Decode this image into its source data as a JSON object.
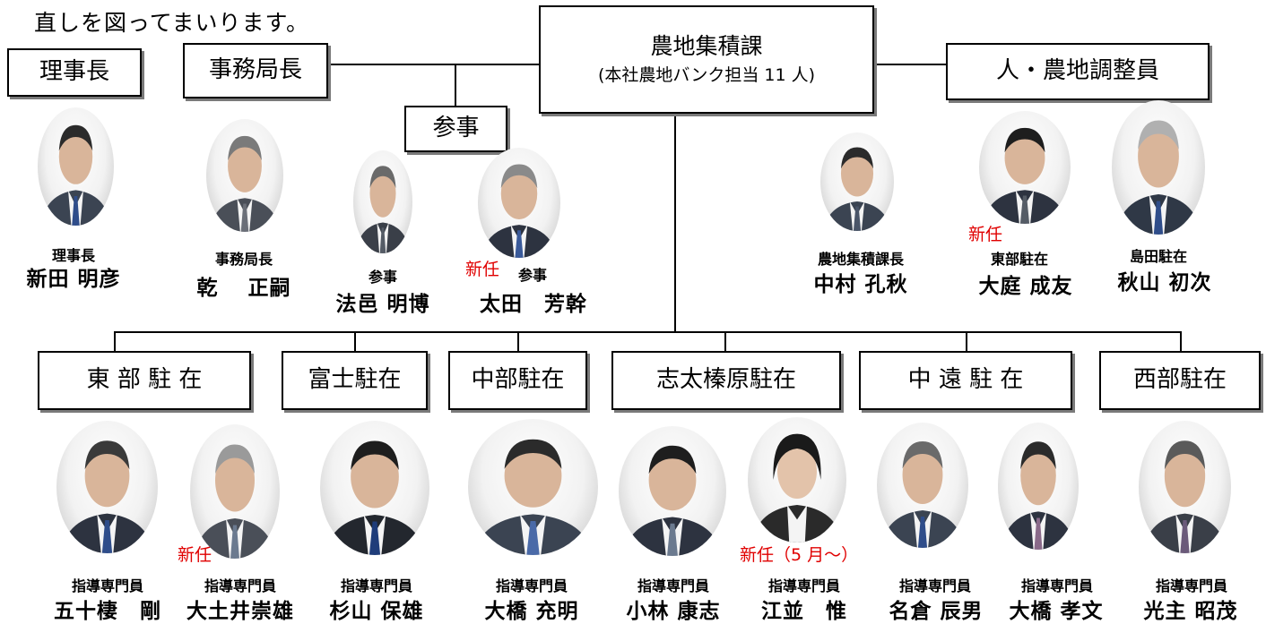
{
  "intro_text": "直しを図ってまいります。",
  "boxes": {
    "chairman": "理事長",
    "secretariat": "事務局長",
    "counselor": "参事",
    "section_title": "農地集積課",
    "section_note": "(本社農地バンク担当 11 人)",
    "coordinators": "人・農地調整員"
  },
  "offices": [
    "東 部 駐 在",
    "富士駐在",
    "中部駐在",
    "志太榛原駐在",
    "中 遠 駐 在",
    "西部駐在"
  ],
  "new_label": "新任",
  "new_label_may": "新任（5 月～）",
  "upper_staff": [
    {
      "role": "理事長",
      "name": "新田 明彦"
    },
    {
      "role": "事務局長",
      "name": "乾　 正嗣"
    },
    {
      "role": "参事",
      "name": "法邑 明博"
    },
    {
      "role": "参事",
      "name": "太田　芳幹"
    },
    {
      "role": "農地集積課長",
      "name": "中村 孔秋"
    },
    {
      "role": "東部駐在",
      "name": "大庭 成友"
    },
    {
      "role": "島田駐在",
      "name": "秋山 初次"
    }
  ],
  "lower_staff": [
    {
      "role": "指導専門員",
      "name": "五十棲　剛"
    },
    {
      "role": "指導専門員",
      "name": "大土井崇雄"
    },
    {
      "role": "指導専門員",
      "name": "杉山 保雄"
    },
    {
      "role": "指導専門員",
      "name": "大橋 充明"
    },
    {
      "role": "指導専門員",
      "name": "小林 康志"
    },
    {
      "role": "指導専門員",
      "name": "江並　惟"
    },
    {
      "role": "指導専門員",
      "name": "名倉 辰男"
    },
    {
      "role": "指導専門員",
      "name": "大橋 孝文"
    },
    {
      "role": "指導専門員",
      "name": "光主 昭茂"
    }
  ],
  "colors": {
    "new_highlight": "#e00000",
    "box_shadow": "#7a7a7a"
  },
  "icons": {
    "portrait": "person-portrait-icon"
  }
}
